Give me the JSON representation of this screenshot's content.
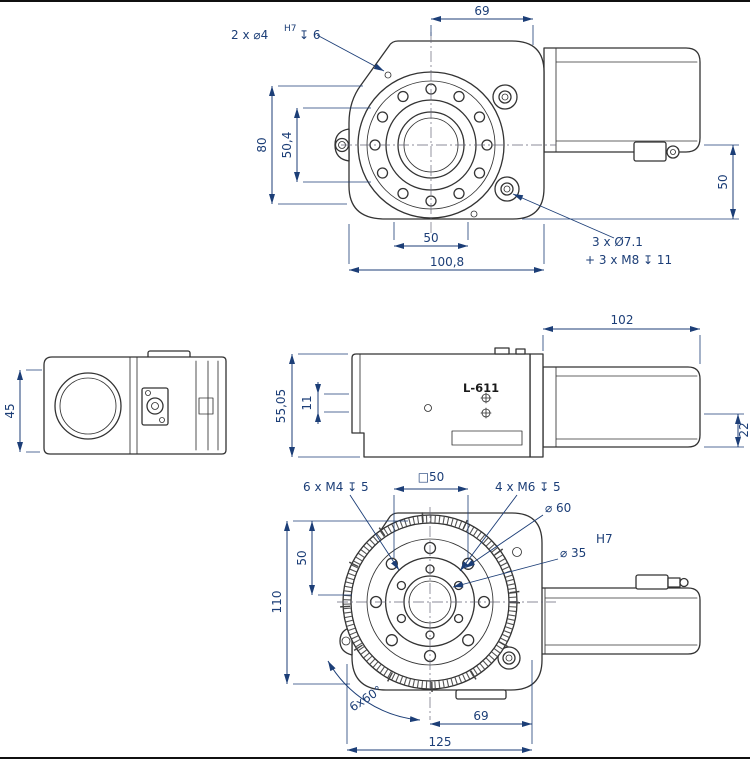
{
  "colors": {
    "dimension": "#1c3e77",
    "line": "#333333",
    "background": "#ffffff"
  },
  "views": {
    "top": {
      "dim_69": "69",
      "note_small_holes": "2 x ⌀4",
      "note_small_holes_tol": "H7",
      "note_small_holes_depth": "↧ 6",
      "dim_80": "80",
      "dim_50_4": "50,4",
      "dim_50_bolt": "50",
      "dim_100_8": "100,8",
      "dim_50_right": "50",
      "note_big_holes_1": "3 x Ø7.1",
      "note_big_holes_2": "+ 3 x M8 ↧ 11"
    },
    "left": {
      "dim_45": "45"
    },
    "side": {
      "dim_102": "102",
      "dim_55_05": "55,05",
      "dim_11": "11",
      "dim_22": "22",
      "part_label": "L-611"
    },
    "front": {
      "note_m4": "6 x M4 ↧ 5",
      "note_m6": "4 x M6 ↧ 5",
      "dim_square_50": "□50",
      "dim_d60": "⌀ 60",
      "dim_d35": "⌀ 35",
      "dim_d35_tol": "H7",
      "dim_50": "50",
      "dim_110": "110",
      "dim_angle": "6x60°",
      "dim_69": "69",
      "dim_125": "125"
    }
  }
}
